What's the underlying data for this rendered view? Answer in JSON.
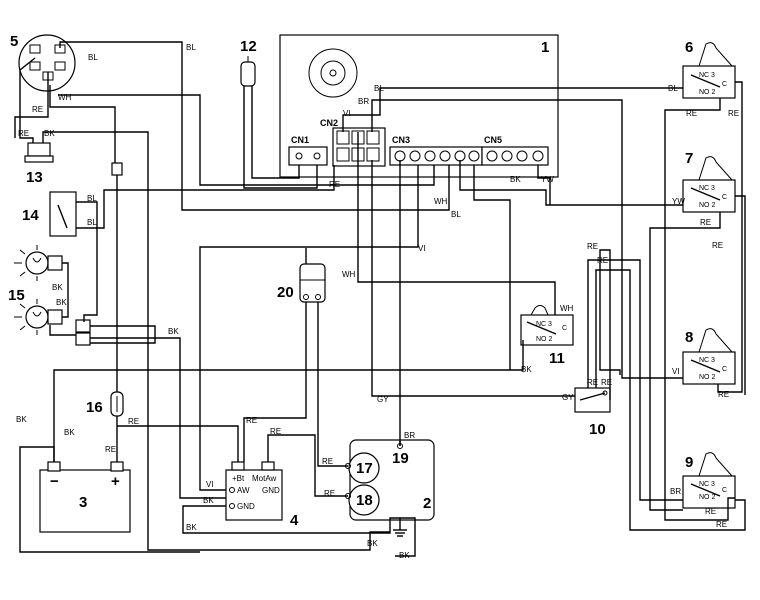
{
  "components": {
    "n1": "1",
    "n2": "2",
    "n3": "3",
    "n4": "4",
    "n5": "5",
    "n6": "6",
    "n7": "7",
    "n8": "8",
    "n9": "9",
    "n10": "10",
    "n11": "11",
    "n12": "12",
    "n13": "13",
    "n14": "14",
    "n15": "15",
    "n16": "16",
    "n17": "17",
    "n18": "18",
    "n19": "19",
    "n20": "20"
  },
  "connectors": {
    "cn1": "CN1",
    "cn2": "CN2",
    "cn3": "CN3",
    "cn5": "CN5"
  },
  "switch_pins": {
    "nc": "NC 3",
    "no": "NO 2",
    "c": "C"
  },
  "relay": {
    "bt": "+Bt",
    "motaw": "MotAw",
    "aw": "AW",
    "gnd": "GND",
    "gnd2": "GND"
  },
  "battery": {
    "minus": "−",
    "plus": "+"
  },
  "wires": {
    "BL": "BL",
    "WH": "WH",
    "RE": "RE",
    "BK": "BK",
    "BR": "BR",
    "VI": "VI",
    "YW": "YW",
    "GY": "GY"
  }
}
